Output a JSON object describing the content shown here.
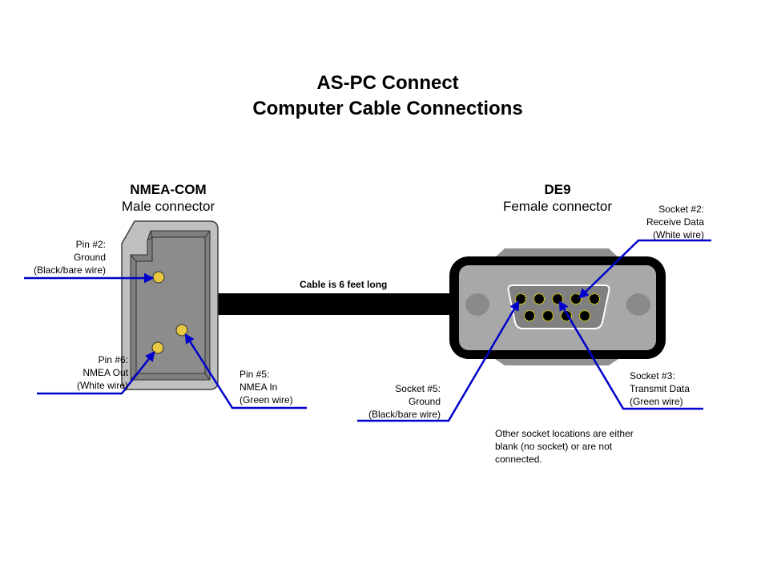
{
  "title": {
    "line1": "AS-PC Connect",
    "line2": "Computer Cable Connections"
  },
  "left_connector": {
    "name": "NMEA-COM",
    "type": "Male connector",
    "pins": [
      {
        "label": "Pin  #2:",
        "function": "Ground",
        "wire": "(Black/bare wire)"
      },
      {
        "label": "Pin  #6:",
        "function": "NMEA Out",
        "wire": "(White wire)"
      },
      {
        "label": "Pin  #5:",
        "function": "NMEA In",
        "wire": "(Green wire)"
      }
    ]
  },
  "cable": {
    "label": "Cable is 6 feet long"
  },
  "right_connector": {
    "name": "DE9",
    "type": "Female connector",
    "sockets": [
      {
        "label": "Socket  #2:",
        "function": "Receive Data",
        "wire": "(White wire)"
      },
      {
        "label": "Socket  #3:",
        "function": "Transmit Data",
        "wire": "(Green wire)"
      },
      {
        "label": "Socket  #5:",
        "function": "Ground",
        "wire": "(Black/bare wire)"
      }
    ]
  },
  "note": {
    "line1": "Other socket locations are either",
    "line2": "blank (no socket) or are not",
    "line3": "connected."
  },
  "colors": {
    "leader_line": "#0000cc",
    "pin": "#e8c840",
    "connector_gray": "#a0a0a0",
    "connector_dark": "#808080",
    "cable": "#000000"
  }
}
